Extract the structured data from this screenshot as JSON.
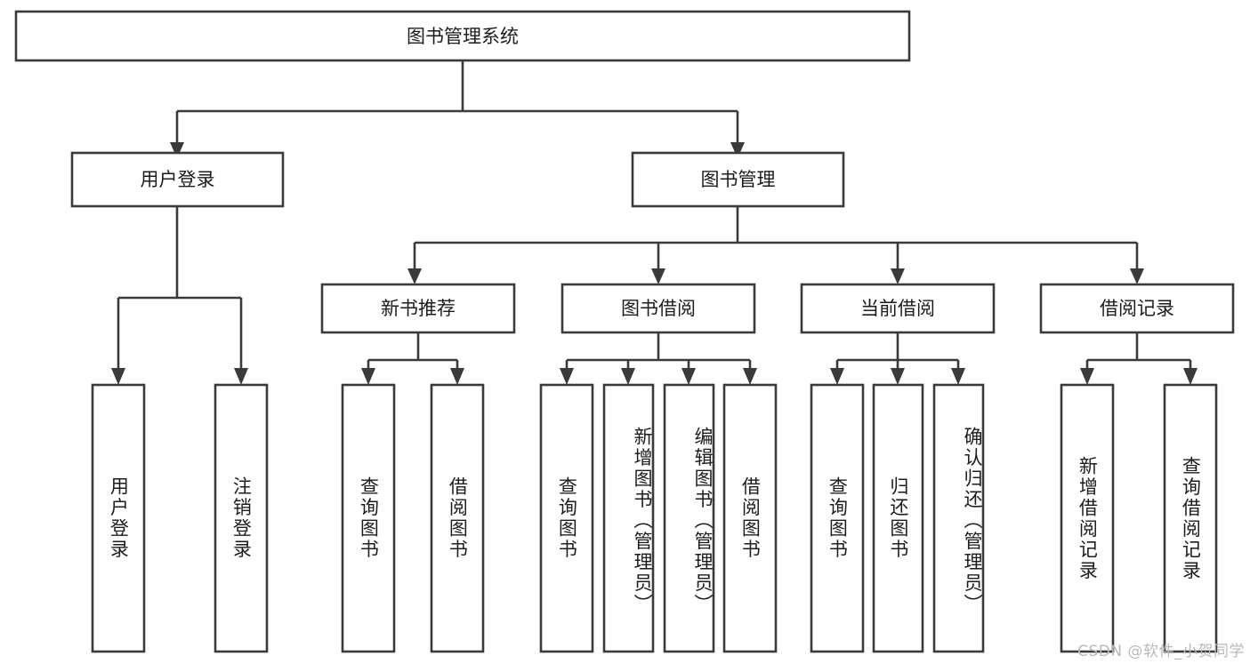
{
  "diagram": {
    "title": "图书管理系统",
    "type": "tree-hierarchy-chart",
    "root": {
      "label": "图书管理系统"
    },
    "level2": [
      {
        "label": "用户登录"
      },
      {
        "label": "图书管理"
      }
    ],
    "level3": [
      {
        "label": "新书推荐"
      },
      {
        "label": "图书借阅"
      },
      {
        "label": "当前借阅"
      },
      {
        "label": "借阅记录"
      }
    ],
    "leaves": {
      "user_login": [
        {
          "label": "用户登录"
        },
        {
          "label": "注销登录"
        }
      ],
      "new_book_recommend": [
        {
          "label": "查询图书"
        },
        {
          "label": "借阅图书"
        }
      ],
      "book_borrow": [
        {
          "label": "查询图书"
        },
        {
          "label": "新增图书（管理员）"
        },
        {
          "label": "编辑图书（管理员）"
        },
        {
          "label": "借阅图书"
        }
      ],
      "current_borrow": [
        {
          "label": "查询图书"
        },
        {
          "label": "归还图书"
        },
        {
          "label": "确认归还（管理员）"
        }
      ],
      "borrow_record": [
        {
          "label": "新增借阅记录"
        },
        {
          "label": "查询借阅记录"
        }
      ]
    }
  },
  "watermark": {
    "text": "CSDN @软件_小贺同学"
  },
  "colors": {
    "stroke": "#3a3a3a",
    "fill": "#ffffff",
    "text": "#1c1c1c",
    "watermark": "#b9b9b9"
  }
}
